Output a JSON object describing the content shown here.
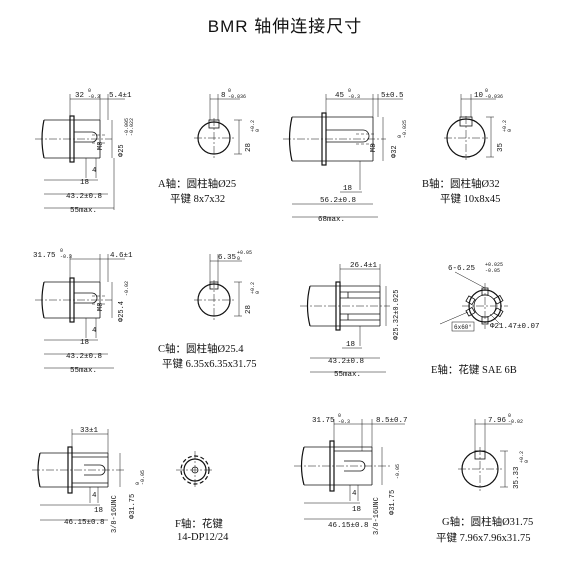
{
  "title": "BMR    轴伸连接尺寸",
  "shaft_a": {
    "caption1": "A轴：圆柱轴Ø25",
    "caption2": "平键 8x7x32",
    "dim_32": "32",
    "tol_32_up": "0",
    "tol_32_dn": "-0.3",
    "dim_5_4": "5.4±1",
    "thread": "M8",
    "dim_d25": "Φ25",
    "tol_d25_up": "-0.005",
    "tol_d25_dn": "-0.022",
    "dim_4": "4",
    "dim_18": "18",
    "dim_43_2": "43.2±0.8",
    "dim_55": "55max.",
    "end_key": "8",
    "end_key_up": "0",
    "end_key_dn": "-0.036",
    "end_h": "28",
    "end_h_up": "+0.2",
    "end_h_dn": "0"
  },
  "shaft_b": {
    "caption1": "B轴：圆柱轴Ø32",
    "caption2": "平键 10x8x45",
    "dim_45": "45",
    "tol_45_up": "0",
    "tol_45_dn": "-0.3",
    "dim_5": "5±0.5",
    "thread": "M8",
    "dim_d32": "Φ32",
    "tol_d32_up": "0",
    "tol_d32_dn": "-0.025",
    "dim_18": "18",
    "dim_56_2": "56.2±0.8",
    "dim_68": "68max.",
    "end_key": "10",
    "end_key_up": "0",
    "end_key_dn": "-0.036",
    "end_h": "35",
    "end_h_up": "+0.2",
    "end_h_dn": "0"
  },
  "shaft_c": {
    "caption1": "C轴：圆柱轴Ø25.4",
    "caption2": "平键 6.35x6.35x31.75",
    "dim_31_75": "31.75",
    "tol_up": "0",
    "tol_dn": "-0.3",
    "dim_4_6": "4.6±1",
    "thread": "M8",
    "dim_d25_4": "Φ25.4",
    "tol_d_dn": "-0.02",
    "dim_4": "4",
    "dim_18": "18",
    "dim_43_2": "43.2±0.8",
    "dim_55": "55max.",
    "end_key": "6.35",
    "end_key_up": "+0.05",
    "end_key_dn": "0",
    "end_h": "28",
    "end_h_up": "+0.2",
    "end_h_dn": "0"
  },
  "shaft_e": {
    "caption1": "E轴：花键 SAE 6B",
    "dim_26_4": "26.4±1",
    "dim_d25_32": "Φ25.32±0.025",
    "dim_6_6": "6-6.25",
    "dim_6_6_up": "+0.025",
    "dim_6_6_dn": "-0.05",
    "dim_18": "18",
    "dim_43_2": "43.2±0.8",
    "dim_55": "55max.",
    "angle": "6x60°",
    "dim_d21": "Φ21.47±0.07"
  },
  "shaft_f": {
    "caption1": "F轴：花键",
    "caption2": "14-DP12/24",
    "dim_33": "33±1",
    "thread": "3/8-16UNC",
    "dim_d31": "Φ31.75",
    "tol_d31_up": "0",
    "tol_d31_dn": "-0.05",
    "dim_4": "4",
    "dim_18": "18",
    "dim_46_15": "46.15±0.8"
  },
  "shaft_g": {
    "caption1": "G轴：圆柱轴Ø31.75",
    "caption2": "平键 7.96x7.96x31.75",
    "dim_31_75": "31.75",
    "tol_up": "0",
    "tol_dn": "-0.3",
    "dim_8_5": "8.5±0.7",
    "thread": "3/8-16UNC",
    "dim_d31": "Φ31.75",
    "tol_d31_dn": "-0.05",
    "dim_4": "4",
    "dim_18": "18",
    "dim_46_15": "46.15±0.8",
    "end_key": "7.96",
    "end_key_up": "0",
    "end_key_dn": "-0.02",
    "end_h": "35.33",
    "end_h_up": "+0.2",
    "end_h_dn": "0"
  }
}
